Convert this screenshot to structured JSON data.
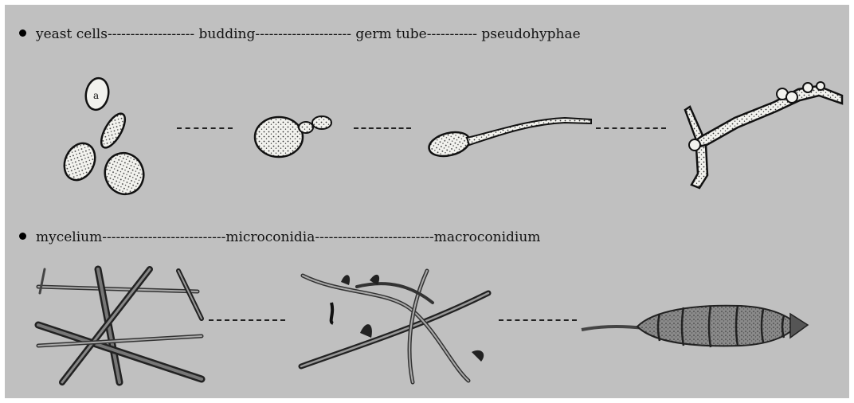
{
  "row1": {
    "yeast_cells": "yeast cells",
    "sep1": "-------------------",
    "budding": "budding",
    "sep2": "---------------------",
    "germ_tube": "germ tube",
    "sep3": "-----------",
    "pseudohyphae": "pseudohyphae"
  },
  "row2": {
    "mycelium": "mycelium",
    "sep1": "---------------------------",
    "microconidia": "microconidia",
    "sep2": "--------------------------",
    "macroconidium": "macroconidium"
  },
  "colors": {
    "panel_bg": "#c0c0c0",
    "ink": "#111111",
    "cell_fill": "#f2f2ee"
  }
}
